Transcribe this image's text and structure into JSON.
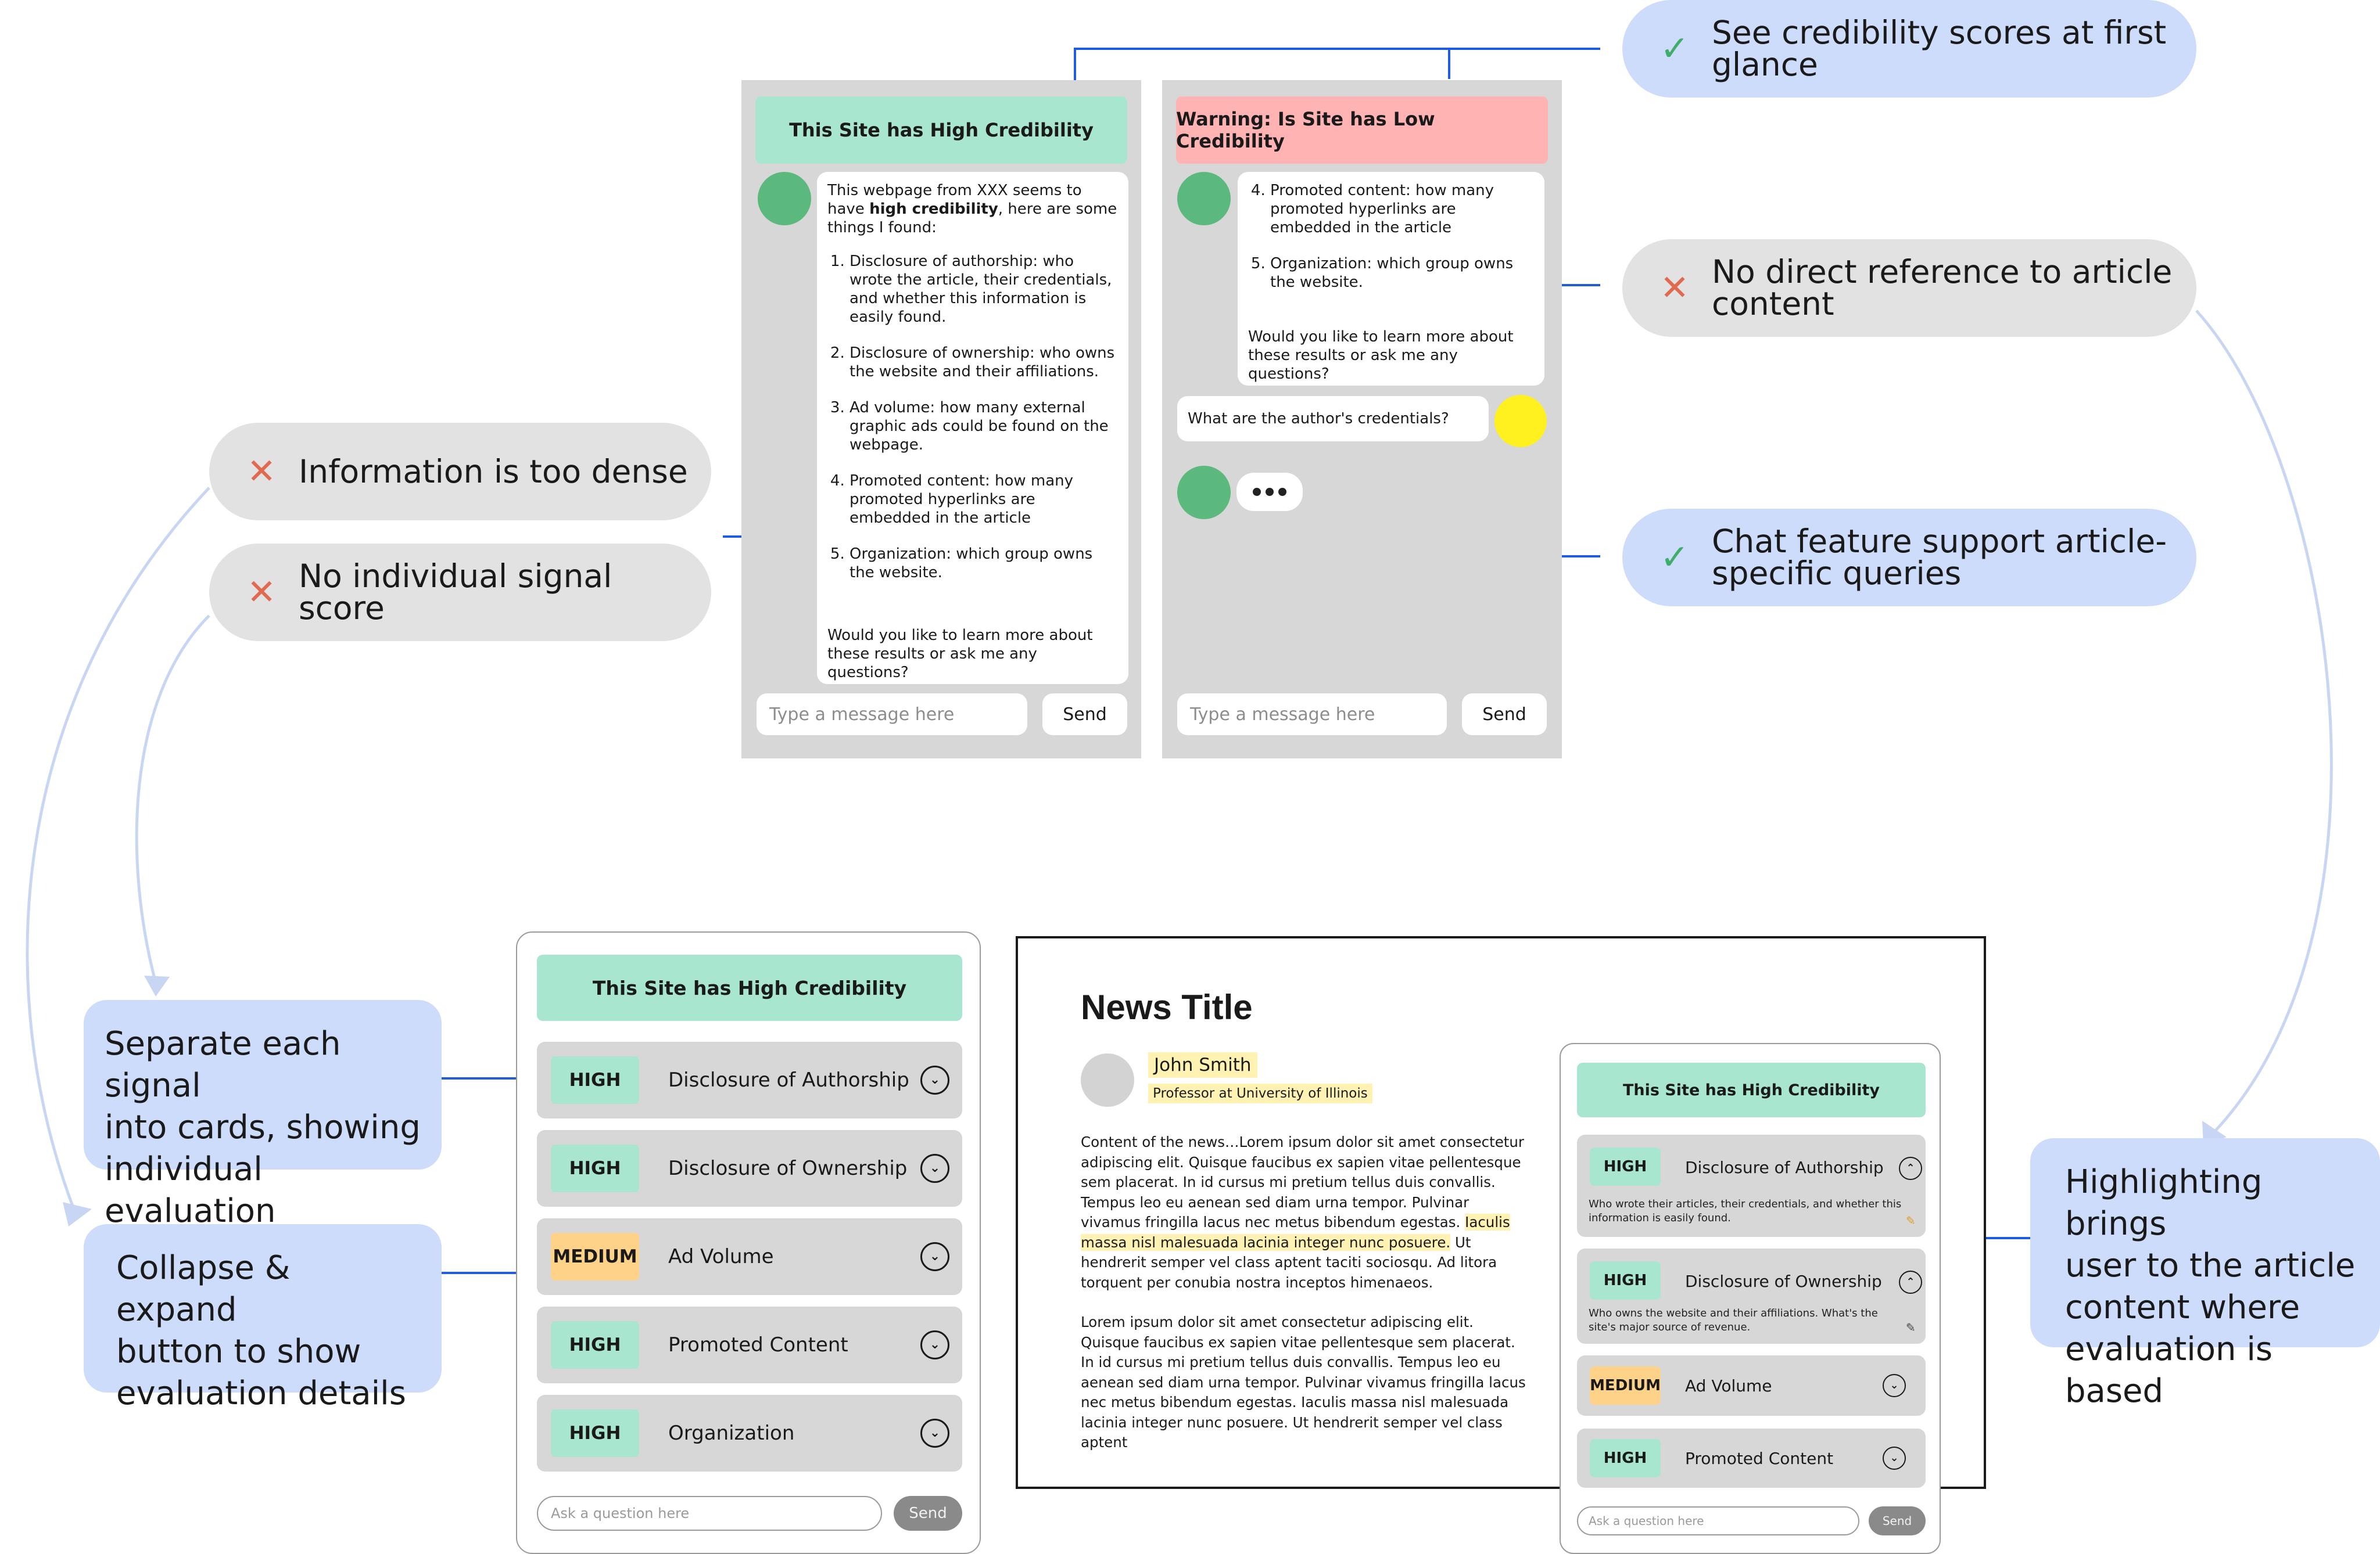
{
  "annotations": {
    "see_scores": "See credibility scores at first\nglance",
    "no_direct_ref": "No direct reference to article\ncontent",
    "chat_support": "Chat feature support article-\nspecific queries",
    "too_dense": "Information is too dense",
    "no_signal_score": "No individual signal score",
    "separate_cards": "Separate each signal\ninto cards, showing\nindividual evaluation",
    "collapse_expand": "Collapse & expand\nbutton to show\nevaluation details",
    "highlighting": "Highlighting brings\nuser to the article\ncontent where\nevaluation is based"
  },
  "chat_high": {
    "banner": "This Site has High Credibility",
    "intro_pre": "This webpage from XXX seems to have ",
    "intro_bold": "high credibility",
    "intro_post": ", here are some things I found:",
    "items": [
      "Disclosure of authorship: who wrote the article, their credentials, and whether this information is easily found.",
      "Disclosure of ownership: who owns the website and their affiliations.",
      "Ad volume: how many external graphic ads could be found on the webpage.",
      "Promoted content: how many promoted hyperlinks are embedded in the article",
      "Organization: which group owns the website."
    ],
    "followup": "Would you like to learn more about these results or ask me any questions?",
    "input_placeholder": "Type a message here",
    "send": "Send"
  },
  "chat_low": {
    "banner": "Warning: Is Site has Low Credibility",
    "items": [
      "Promoted content: how many promoted hyperlinks are embedded in the article",
      "Organization: which group owns the website."
    ],
    "followup": "Would you like to learn more about these results or ask me any questions?",
    "user_question": "What are the author's credentials?",
    "input_placeholder": "Type a message here",
    "send": "Send"
  },
  "signal_panel": {
    "banner": "This Site has High Credibility",
    "cards": [
      {
        "level": "HIGH",
        "label": "Disclosure of Authorship"
      },
      {
        "level": "HIGH",
        "label": "Disclosure of Ownership"
      },
      {
        "level": "MEDIUM",
        "label": "Ad Volume"
      },
      {
        "level": "HIGH",
        "label": "Promoted Content"
      },
      {
        "level": "HIGH",
        "label": "Organization"
      }
    ],
    "input_placeholder": "Ask a question here",
    "send": "Send"
  },
  "article": {
    "title": "News Title",
    "author": "John Smith",
    "affiliation": "Professor at University of Illinois",
    "p1_a": "Content of the news…Lorem ipsum dolor sit amet consectetur adipiscing elit. Quisque faucibus ex sapien vitae pellentesque sem placerat. In id cursus mi pretium tellus duis convallis. Tempus leo eu aenean sed diam urna tempor. Pulvinar vivamus fringilla lacus nec metus bibendum egestas. ",
    "p1_hl": "Iaculis massa nisl malesuada lacinia integer nunc posuere.",
    "p1_b": " Ut hendrerit semper vel class aptent taciti sociosqu. Ad litora torquent per conubia nostra inceptos himenaeos.",
    "p2": "Lorem ipsum dolor sit amet consectetur adipiscing elit. Quisque faucibus ex sapien vitae pellentesque sem placerat. In id cursus mi pretium tellus duis convallis. Tempus leo eu aenean sed diam urna tempor. Pulvinar vivamus fringilla lacus nec metus bibendum egestas. Iaculis massa nisl malesuada lacinia integer nunc posuere. Ut hendrerit semper vel class aptent"
  },
  "side_panel": {
    "banner": "This Site has High Credibility",
    "cards": [
      {
        "level": "HIGH",
        "label": "Disclosure of Authorship",
        "desc": "Who wrote their articles, their credentials, and whether this information is easily found."
      },
      {
        "level": "HIGH",
        "label": "Disclosure of Ownership",
        "desc": "Who owns the website and their affiliations. What's the site's major source of revenue."
      },
      {
        "level": "MEDIUM",
        "label": "Ad Volume"
      },
      {
        "level": "HIGH",
        "label": "Promoted Content"
      }
    ],
    "input_placeholder": "Ask a question here",
    "send": "Send"
  },
  "colors": {
    "accent_blue": "#1f5ce0",
    "note_blue": "#cddcfb",
    "pill_gray": "#e2e2e2",
    "high_green": "#a9e6cf",
    "low_red": "#ffb3b3",
    "medium_orange": "#ffd28a",
    "check_green": "#3fae6a",
    "cross_red": "#e0694f"
  }
}
